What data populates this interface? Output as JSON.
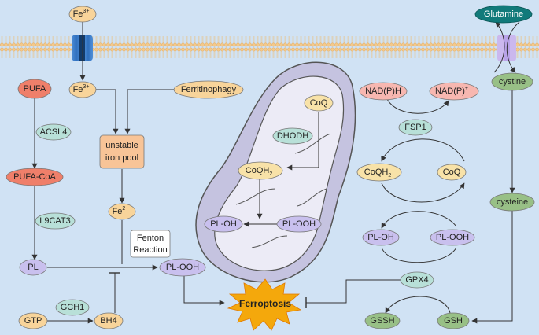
{
  "nodes": {
    "fe3_top": {
      "base": "Fe",
      "sup": "3+"
    },
    "fe3_in": {
      "base": "Fe",
      "sup": "3+"
    },
    "ferritinophagy": "Ferritinophagy",
    "pufa": "PUFA",
    "acsl4": "ACSL4",
    "pufa_coa": "PUFA-CoA",
    "lpcat3": "L9CAT3",
    "pl": "PL",
    "unstable_iron_1": "unstable",
    "unstable_iron_2": "iron pool",
    "fe2": {
      "base": "Fe",
      "sup": "2+"
    },
    "fenton_1": "Fenton",
    "fenton_2": "Reaction",
    "pl_ooh_center": "PL-OOH",
    "gtp": "GTP",
    "gch1": "GCH1",
    "bh4": "BH4",
    "ferroptosis": "Ferroptosis",
    "coq_mito": "CoQ",
    "dhodh": "DHODH",
    "coqh2_mito": {
      "base": "CoQH",
      "sub": "2"
    },
    "pl_oh_mito": "PL-OH",
    "pl_ooh_mito": "PL-OOH",
    "nadph": "NAD(P)H",
    "nadp": {
      "base": "NAD(P)",
      "sup": "+"
    },
    "fsp1": "FSP1",
    "coqh2_right": {
      "base": "CoQH",
      "sub": "2"
    },
    "coq_right": "CoQ",
    "pl_oh_right": "PL-OH",
    "pl_ooh_right": "PL-OOH",
    "gpx4": "GPX4",
    "gssh": "GSSH",
    "gsh": "GSH",
    "glutamine": "Glutamine",
    "cystine": "cystine",
    "cysteine": "cysteine"
  },
  "colors": {
    "background": "#d0e2f4",
    "orange": "#f8d49a",
    "red": "#ef7f6a",
    "salmon": "#f7b7b0",
    "teal": "#b8e0d8",
    "purple": "#c9c0ee",
    "green": "#98c086",
    "dark_teal": "#117a7a",
    "mito_fill": "#c9c7e3",
    "mito_inner": "#eceaf6",
    "star": "#f4a80c",
    "membrane": "#f2dcb4"
  },
  "icons": [
    "transferrin-receptor-icon",
    "cystine-glutamate-antiporter-icon",
    "mitochondrion-icon",
    "ferroptosis-burst-icon"
  ]
}
